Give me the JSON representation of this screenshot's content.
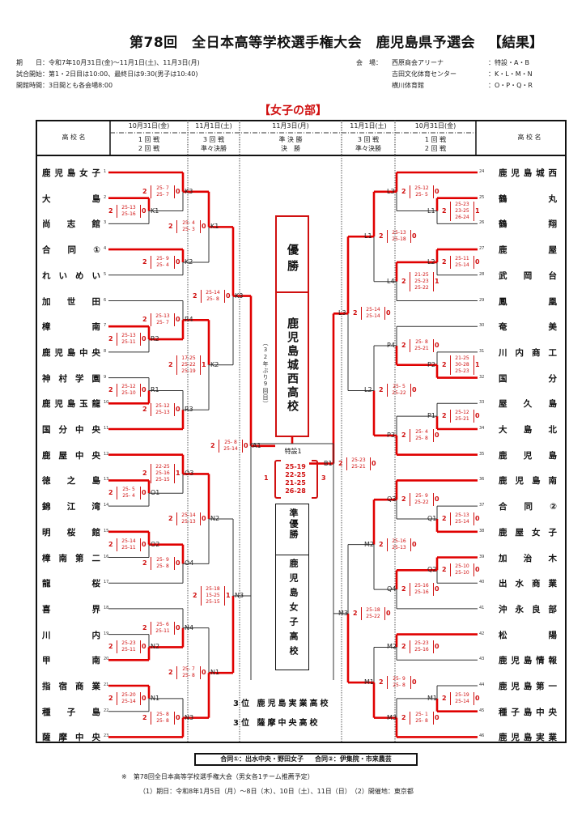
{
  "header": {
    "title": "第78回　全日本高等学校選手権大会　鹿児島県予選会",
    "result_label": "【結果】",
    "period": "期　　日：令和7年10月31日(金)～11月1日(土)、11月3日(月)",
    "start_time": "試合開始：第1・2日目は10:00、最終日は9:30(男子は10:40)",
    "open_time": "開館時間：3日間とも各会場8:00",
    "venue_label": "会　場：",
    "venues": [
      {
        "name": "西原商会アリーナ",
        "courts": "：特設・A・B"
      },
      {
        "name": "吉田文化体育センター",
        "courts": "：K・L・M・N"
      },
      {
        "name": "横川体育館",
        "courts": "：O・P・Q・R"
      }
    ]
  },
  "section_title": "【女子の部】",
  "table_header": {
    "school_label": "高 校 名",
    "cols": [
      {
        "date": "10月31日(金)",
        "round": "1 回 戦\n2 回 戦"
      },
      {
        "date": "11月1日(土)",
        "round": "3 回 戦\n準々決勝"
      },
      {
        "date": "11月3日(月)",
        "round": "準 決 勝\n決　勝"
      },
      {
        "date": "11月1日(土)",
        "round": "3 回 戦\n準々決勝"
      },
      {
        "date": "10月31日(金)",
        "round": "1 回 戦\n2 回 戦"
      }
    ]
  },
  "left_teams": [
    {
      "seed": "1",
      "name": "鹿児島女子"
    },
    {
      "seed": "2",
      "name": "大島"
    },
    {
      "seed": "3",
      "name": "尚志館"
    },
    {
      "seed": "4",
      "name": "合同①"
    },
    {
      "seed": "5",
      "name": "れいめい"
    },
    {
      "seed": "6",
      "name": "加世田"
    },
    {
      "seed": "7",
      "name": "樟南"
    },
    {
      "seed": "8",
      "name": "鹿児島中央"
    },
    {
      "seed": "9",
      "name": "神村学園"
    },
    {
      "seed": "10",
      "name": "鹿児島玉龍"
    },
    {
      "seed": "11",
      "name": "国分中央"
    },
    {
      "seed": "12",
      "name": "鹿屋中央"
    },
    {
      "seed": "13",
      "name": "徳之島"
    },
    {
      "seed": "14",
      "name": "錦江湾"
    },
    {
      "seed": "15",
      "name": "明桜館"
    },
    {
      "seed": "16",
      "name": "樟南第二"
    },
    {
      "seed": "17",
      "name": "龍桜"
    },
    {
      "seed": "18",
      "name": "喜界"
    },
    {
      "seed": "19",
      "name": "川内"
    },
    {
      "seed": "20",
      "name": "甲南"
    },
    {
      "seed": "21",
      "name": "指宿商業"
    },
    {
      "seed": "22",
      "name": "種子島"
    },
    {
      "seed": "23",
      "name": "薩摩中央"
    }
  ],
  "right_teams": [
    {
      "seed": "24",
      "name": "鹿児島城西"
    },
    {
      "seed": "25",
      "name": "鶴丸"
    },
    {
      "seed": "26",
      "name": "鶴翔"
    },
    {
      "seed": "27",
      "name": "鹿屋"
    },
    {
      "seed": "28",
      "name": "武岡台"
    },
    {
      "seed": "29",
      "name": "鳳凰"
    },
    {
      "seed": "30",
      "name": "奄美"
    },
    {
      "seed": "31",
      "name": "川内商工"
    },
    {
      "seed": "32",
      "name": "国分"
    },
    {
      "seed": "33",
      "name": "屋久島"
    },
    {
      "seed": "34",
      "name": "大島北"
    },
    {
      "seed": "35",
      "name": "鹿児島"
    },
    {
      "seed": "36",
      "name": "鹿児島南"
    },
    {
      "seed": "37",
      "name": "合同②"
    },
    {
      "seed": "38",
      "name": "鹿屋女子"
    },
    {
      "seed": "39",
      "name": "加治木"
    },
    {
      "seed": "40",
      "name": "出水商業"
    },
    {
      "seed": "41",
      "name": "沖永良部"
    },
    {
      "seed": "42",
      "name": "松陽"
    },
    {
      "seed": "43",
      "name": "鹿児島情報"
    },
    {
      "seed": "44",
      "name": "鹿児島第一"
    },
    {
      "seed": "45",
      "name": "種子島中央"
    },
    {
      "seed": "46",
      "name": "鹿児島実業"
    }
  ],
  "matches": [
    {
      "court": "K1",
      "w": "2",
      "l": "0",
      "sets": [
        "25-13",
        "25-16"
      ]
    },
    {
      "court": "K3",
      "w": "2",
      "l": "0",
      "sets": [
        "25- 7",
        "25- 7"
      ]
    },
    {
      "court": "K2",
      "w": "2",
      "l": "0",
      "sets": [
        "25- 9",
        "25- 4"
      ]
    },
    {
      "court": "K1",
      "w": "2",
      "l": "0",
      "sets": [
        "25- 4",
        "25- 3"
      ]
    },
    {
      "court": "K3",
      "w": "2",
      "l": "0",
      "sets": [
        "25-14",
        "25- 8"
      ]
    },
    {
      "court": "R2",
      "w": "2",
      "l": "0",
      "sets": [
        "25-13",
        "25-11"
      ]
    },
    {
      "court": "R4",
      "w": "2",
      "l": "0",
      "sets": [
        "25-13",
        "25- 7"
      ]
    },
    {
      "court": "R1",
      "w": "2",
      "l": "0",
      "sets": [
        "25-12",
        "25-10"
      ]
    },
    {
      "court": "R3",
      "w": "2",
      "l": "0",
      "sets": [
        "25-12",
        "25-13"
      ]
    },
    {
      "court": "K2",
      "w": "2",
      "l": "1",
      "sets": [
        "17-25",
        "25-22",
        "25-19"
      ]
    },
    {
      "court": "A1",
      "w": "2",
      "l": "0",
      "sets": [
        "25- 8",
        "25-14"
      ]
    },
    {
      "court": "O1",
      "w": "2",
      "l": "0",
      "sets": [
        "25- 5",
        "25- 4"
      ]
    },
    {
      "court": "O3",
      "w": "2",
      "l": "1",
      "sets": [
        "22-25",
        "25-16",
        "25-15"
      ]
    },
    {
      "court": "O2",
      "w": "2",
      "l": "0",
      "sets": [
        "25-14",
        "25-11"
      ]
    },
    {
      "court": "O4",
      "w": "2",
      "l": "0",
      "sets": [
        "25- 9",
        "25- 8"
      ]
    },
    {
      "court": "N2",
      "w": "2",
      "l": "0",
      "sets": [
        "25-14",
        "25-13"
      ]
    },
    {
      "court": "N3",
      "w": "2",
      "l": "1",
      "sets": [
        "25-18",
        "15-25",
        "25-15"
      ]
    },
    {
      "court": "N2",
      "w": "2",
      "l": "0",
      "sets": [
        "25-23",
        "25-11"
      ]
    },
    {
      "court": "N4",
      "w": "2",
      "l": "0",
      "sets": [
        "25- 6",
        "25-11"
      ]
    },
    {
      "court": "N1",
      "w": "2",
      "l": "0",
      "sets": [
        "25-20",
        "25-14"
      ]
    },
    {
      "court": "N3",
      "w": "2",
      "l": "0",
      "sets": [
        "25- 8",
        "25- 8"
      ]
    },
    {
      "court": "N1",
      "w": "2",
      "l": "0",
      "sets": [
        "25- 7",
        "25- 8"
      ]
    },
    {
      "court": "L1",
      "w": "2",
      "l": "1",
      "sets": [
        "25-23",
        "23-25",
        "26-24"
      ]
    },
    {
      "court": "L3",
      "w": "2",
      "l": "0",
      "sets": [
        "25-12",
        "25- 5"
      ]
    },
    {
      "court": "L2",
      "w": "2",
      "l": "0",
      "sets": [
        "25-11",
        "25-14"
      ]
    },
    {
      "court": "L4",
      "w": "2",
      "l": "1",
      "sets": [
        "21-25",
        "25-23",
        "25-22"
      ]
    },
    {
      "court": "L1",
      "w": "2",
      "l": "0",
      "sets": [
        "25-13",
        "25-18"
      ]
    },
    {
      "court": "L3",
      "w": "2",
      "l": "0",
      "sets": [
        "25-14",
        "25-14"
      ]
    },
    {
      "court": "P2",
      "w": "2",
      "l": "1",
      "sets": [
        "21-25",
        "30-28",
        "25-23"
      ]
    },
    {
      "court": "P4",
      "w": "2",
      "l": "0",
      "sets": [
        "25- 8",
        "25-21"
      ]
    },
    {
      "court": "P1",
      "w": "2",
      "l": "0",
      "sets": [
        "25-12",
        "25-21"
      ]
    },
    {
      "court": "P3",
      "w": "2",
      "l": "0",
      "sets": [
        "25- 4",
        "25- 8"
      ]
    },
    {
      "court": "L2",
      "w": "2",
      "l": "0",
      "sets": [
        "25- 5",
        "25-22"
      ]
    },
    {
      "court": "B1",
      "w": "2",
      "l": "0",
      "sets": [
        "25-23",
        "25-21"
      ]
    },
    {
      "court": "Q1",
      "w": "2",
      "l": "0",
      "sets": [
        "25-13",
        "25-14"
      ]
    },
    {
      "court": "Q3",
      "w": "2",
      "l": "0",
      "sets": [
        "25- 9",
        "25-22"
      ]
    },
    {
      "court": "Q2",
      "w": "2",
      "l": "0",
      "sets": [
        "25-10",
        "25-10"
      ]
    },
    {
      "court": "Q4",
      "w": "2",
      "l": "0",
      "sets": [
        "25-16",
        "25-16"
      ]
    },
    {
      "court": "M2",
      "w": "2",
      "l": "0",
      "sets": [
        "25-16",
        "25-13"
      ]
    },
    {
      "court": "M3",
      "w": "2",
      "l": "0",
      "sets": [
        "25-18",
        "25-22"
      ]
    },
    {
      "court": "M2",
      "w": "2",
      "l": "0",
      "sets": [
        "25-23",
        "25-16"
      ]
    },
    {
      "court": "M1",
      "w": "2",
      "l": "0",
      "sets": [
        "25-19",
        "25-14"
      ]
    },
    {
      "court": "M3",
      "w": "2",
      "l": "0",
      "sets": [
        "25- 1",
        "25- 8"
      ]
    },
    {
      "court": "M1",
      "w": "2",
      "l": "0",
      "sets": [
        "25- 9",
        "25- 8"
      ]
    }
  ],
  "final": {
    "court": "特設1",
    "left_sets_won": "1",
    "right_sets_won": "3",
    "sets": [
      "25-19",
      "22-25",
      "21-25",
      "26-28"
    ]
  },
  "champion": {
    "label": "優勝",
    "name": "鹿児島城西高校",
    "note": "（32年ぶり9回目）"
  },
  "runner_up": {
    "label": "準優勝",
    "name": "鹿児島女子高校"
  },
  "third_place": [
    {
      "label": "3位",
      "name": "鹿児島実業高校"
    },
    {
      "label": "3位",
      "name": "薩摩中央高校"
    }
  ],
  "legend": {
    "joint1": "合同①：出水中央・野田女子",
    "joint2": "合同②：伊集院・市来農芸"
  },
  "footer": {
    "note": "※　第78回全日本高等学校選手権大会（男女各1チーム推薦予定）",
    "detail": "（1）期日：令和8年1月5日（月）～8日（木）、10日（土）、11日（日）　（2）開催地：東京都"
  },
  "colors": {
    "win_line": "#e00000",
    "lose_line": "#333333",
    "score": "#d01010"
  }
}
